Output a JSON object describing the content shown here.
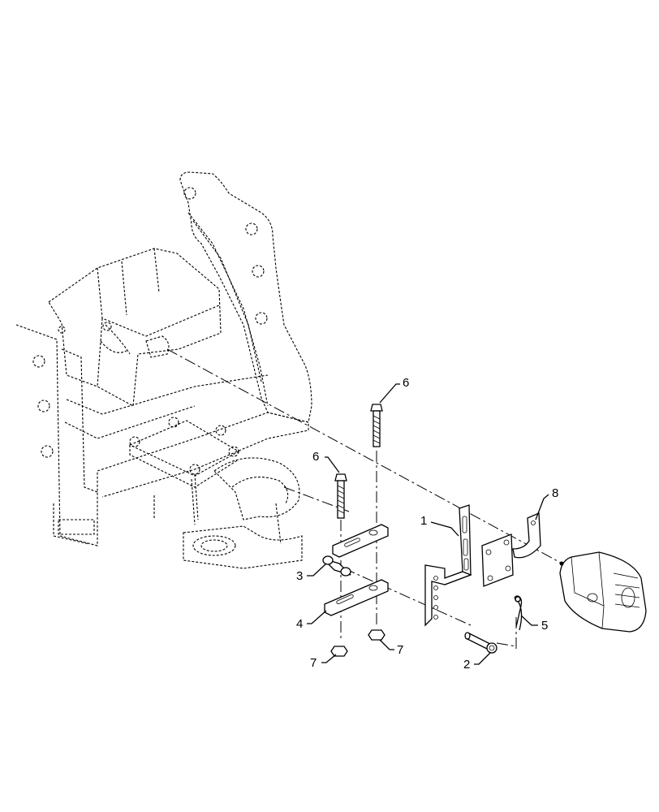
{
  "callouts": [
    {
      "id": "1",
      "label": "1"
    },
    {
      "id": "2",
      "label": "2"
    },
    {
      "id": "3",
      "label": "3"
    },
    {
      "id": "4",
      "label": "4"
    },
    {
      "id": "5",
      "label": "5"
    },
    {
      "id": "6a",
      "label": "6"
    },
    {
      "id": "6b",
      "label": "6"
    },
    {
      "id": "7a",
      "label": "7"
    },
    {
      "id": "7b",
      "label": "7"
    },
    {
      "id": "8",
      "label": "8"
    }
  ]
}
